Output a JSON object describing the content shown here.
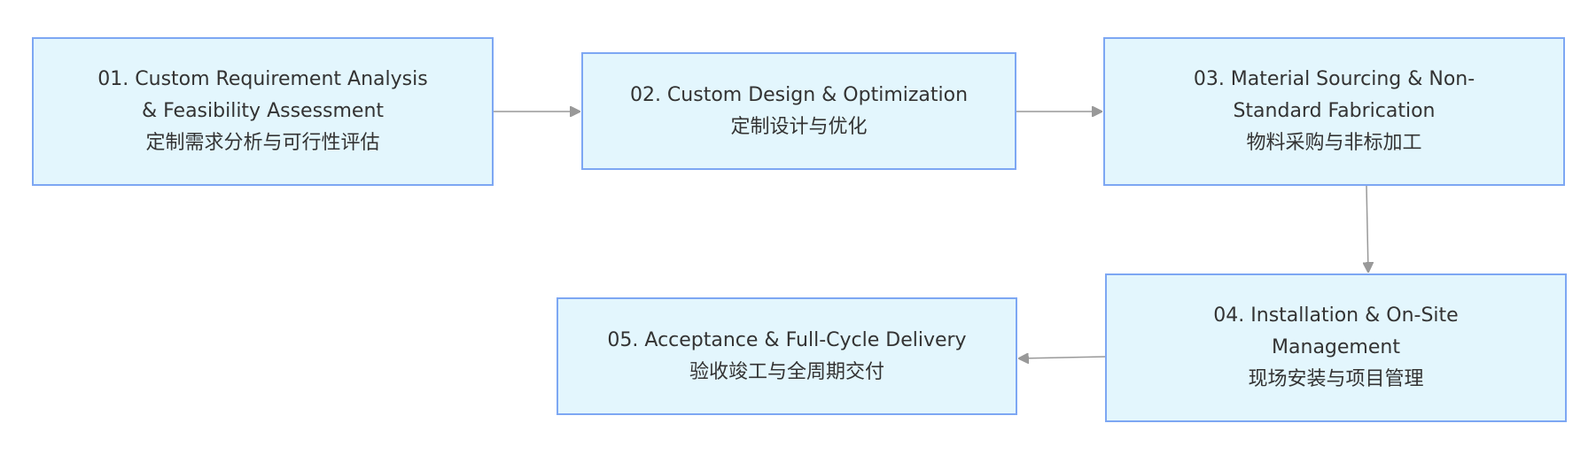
{
  "diagram": {
    "nodes": [
      {
        "id": "n1",
        "title_en": "01. Custom Requirement Analysis & Feasibility Assessment",
        "title_zh": "定制需求分析与可行性评估"
      },
      {
        "id": "n2",
        "title_en": "02. Custom Design & Optimization",
        "title_zh": "定制设计与优化"
      },
      {
        "id": "n3",
        "title_en": "03. Material Sourcing & Non-Standard Fabrication",
        "title_zh": "物料采购与非标加工"
      },
      {
        "id": "n4",
        "title_en": "04. Installation & On-Site Management",
        "title_zh": "现场安装与项目管理"
      },
      {
        "id": "n5",
        "title_en": "05. Acceptance & Full-Cycle Delivery",
        "title_zh": "验收竣工与全周期交付"
      }
    ],
    "edges": [
      {
        "from": "n1",
        "to": "n2"
      },
      {
        "from": "n2",
        "to": "n3"
      },
      {
        "from": "n3",
        "to": "n4"
      },
      {
        "from": "n4",
        "to": "n5"
      }
    ],
    "colors": {
      "node_fill": "#e3f6fd",
      "node_border": "#7da7f3",
      "edge": "#999999",
      "text": "#333333"
    }
  }
}
